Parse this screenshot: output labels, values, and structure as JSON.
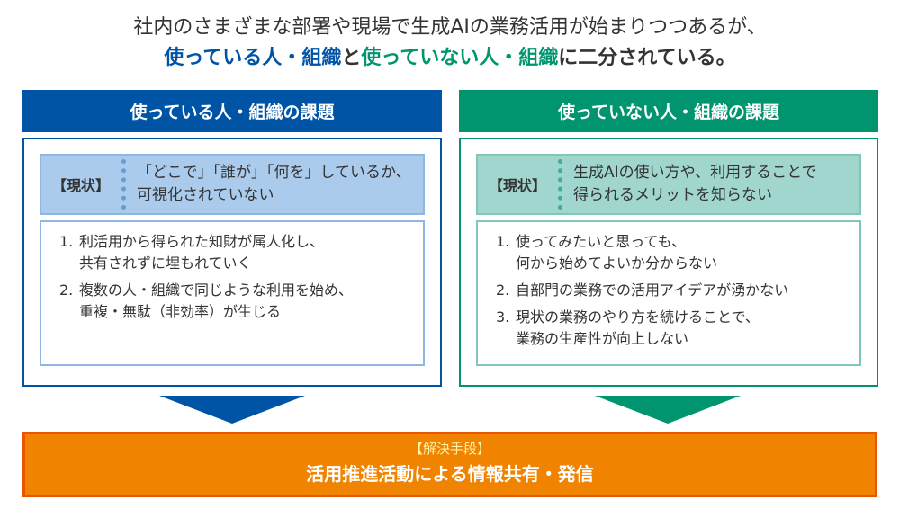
{
  "headline": {
    "line1": "社内のさまざまな部署や現場で生成AIの業務活用が始まりつつあるが、",
    "line2_a": "使っている人・組織",
    "line2_b": "と",
    "line2_c": "使っていない人・組織",
    "line2_d": "に二分されている。"
  },
  "left": {
    "title": "使っている人・組織の課題",
    "status_tag": "【現状】",
    "status_text1": "「どこで」「誰が」「何を」しているか、",
    "status_text2": "可視化されていない",
    "items": [
      {
        "n": "1.",
        "l1": "利活用から得られた知財が属人化し、",
        "l2": "共有されずに埋もれていく"
      },
      {
        "n": "2.",
        "l1": "複数の人・組織で同じような利用を始め、",
        "l2": "重複・無駄（非効率）が生じる"
      }
    ]
  },
  "right": {
    "title": "使っていない人・組織の課題",
    "status_tag": "【現状】",
    "status_text1": "生成AIの使い方や、利用することで",
    "status_text2": "得られるメリットを知らない",
    "items": [
      {
        "n": "1.",
        "l1": "使ってみたいと思っても、",
        "l2": "何から始めてよいか分からない"
      },
      {
        "n": "2.",
        "l1": "自部門の業務での活用アイデアが湧かない",
        "l2": ""
      },
      {
        "n": "3.",
        "l1": "現状の業務のやり方を続けることで、",
        "l2": "業務の生産性が向上しない"
      }
    ]
  },
  "solution": {
    "tag": "【解決手段】",
    "text": "活用推進活動による情報共有・発信"
  },
  "colors": {
    "blue": "#0054a6",
    "green": "#00956f",
    "orange": "#f08300"
  }
}
